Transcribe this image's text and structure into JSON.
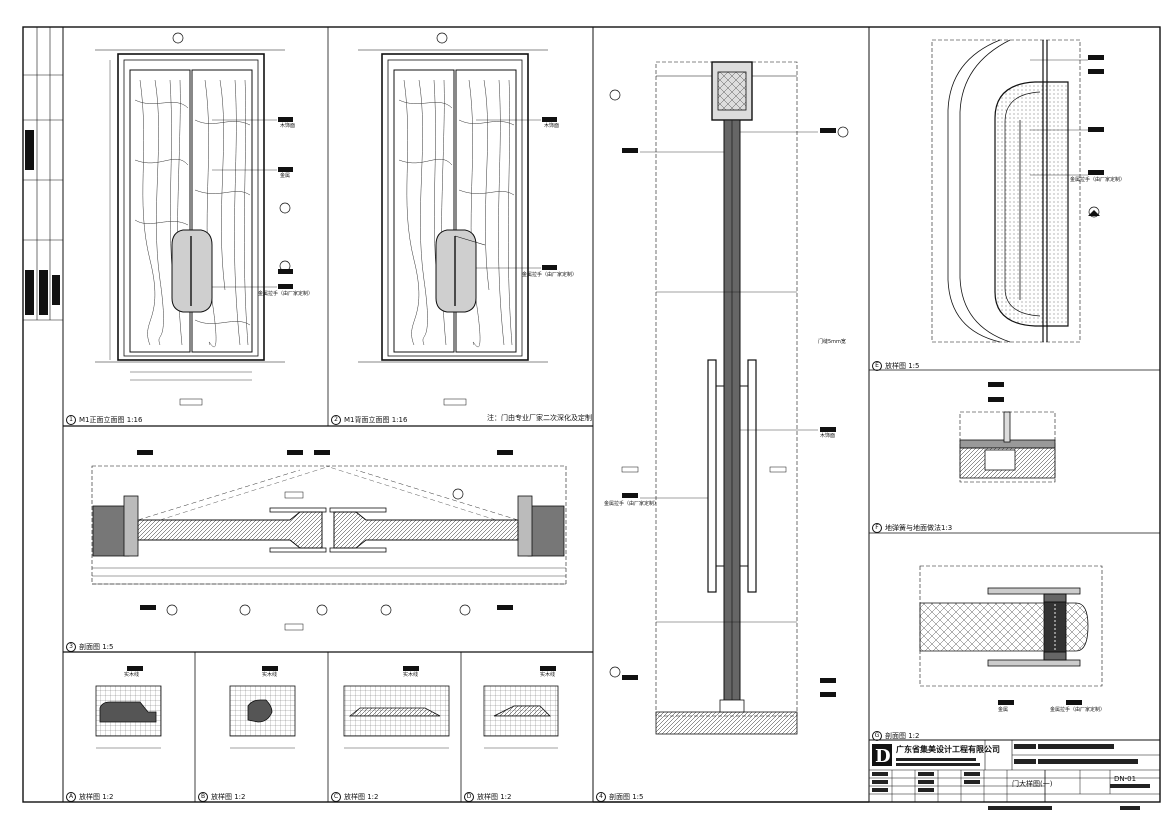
{
  "views": {
    "v1": {
      "num": "1",
      "title": "M1正面立面图  1:16"
    },
    "v2": {
      "num": "2",
      "title": "M1背面立面图  1:16",
      "note": "注：门由专业厂家二次深化及定制"
    },
    "v3": {
      "num": "3",
      "title": "剖面图  1:5"
    },
    "v4": {
      "num": "4",
      "title": "剖面图  1:5"
    },
    "vA": {
      "num": "A",
      "title": "放样图  1:2"
    },
    "vB": {
      "num": "B",
      "title": "放样图  1:2"
    },
    "vC": {
      "num": "C",
      "title": "放样图  1:2"
    },
    "vD": {
      "num": "D",
      "title": "放样图  1:2"
    },
    "vE": {
      "num": "E",
      "title": "放样图  1:5"
    },
    "vF": {
      "num": "F",
      "title": "地弹簧与地面做法1:3"
    },
    "vG": {
      "num": "G",
      "title": "剖面图  1:2"
    }
  },
  "tags": {
    "wood": "木饰面",
    "metal": "金属",
    "handle": "金属拉手（由厂家定制）",
    "solid": "实木线",
    "seam": "门缝5mm宽"
  },
  "title_block": {
    "company": "广东省集美设计工程有限公司",
    "drawing_name": "门大样图(一)",
    "drawing_no": "DN-01"
  }
}
